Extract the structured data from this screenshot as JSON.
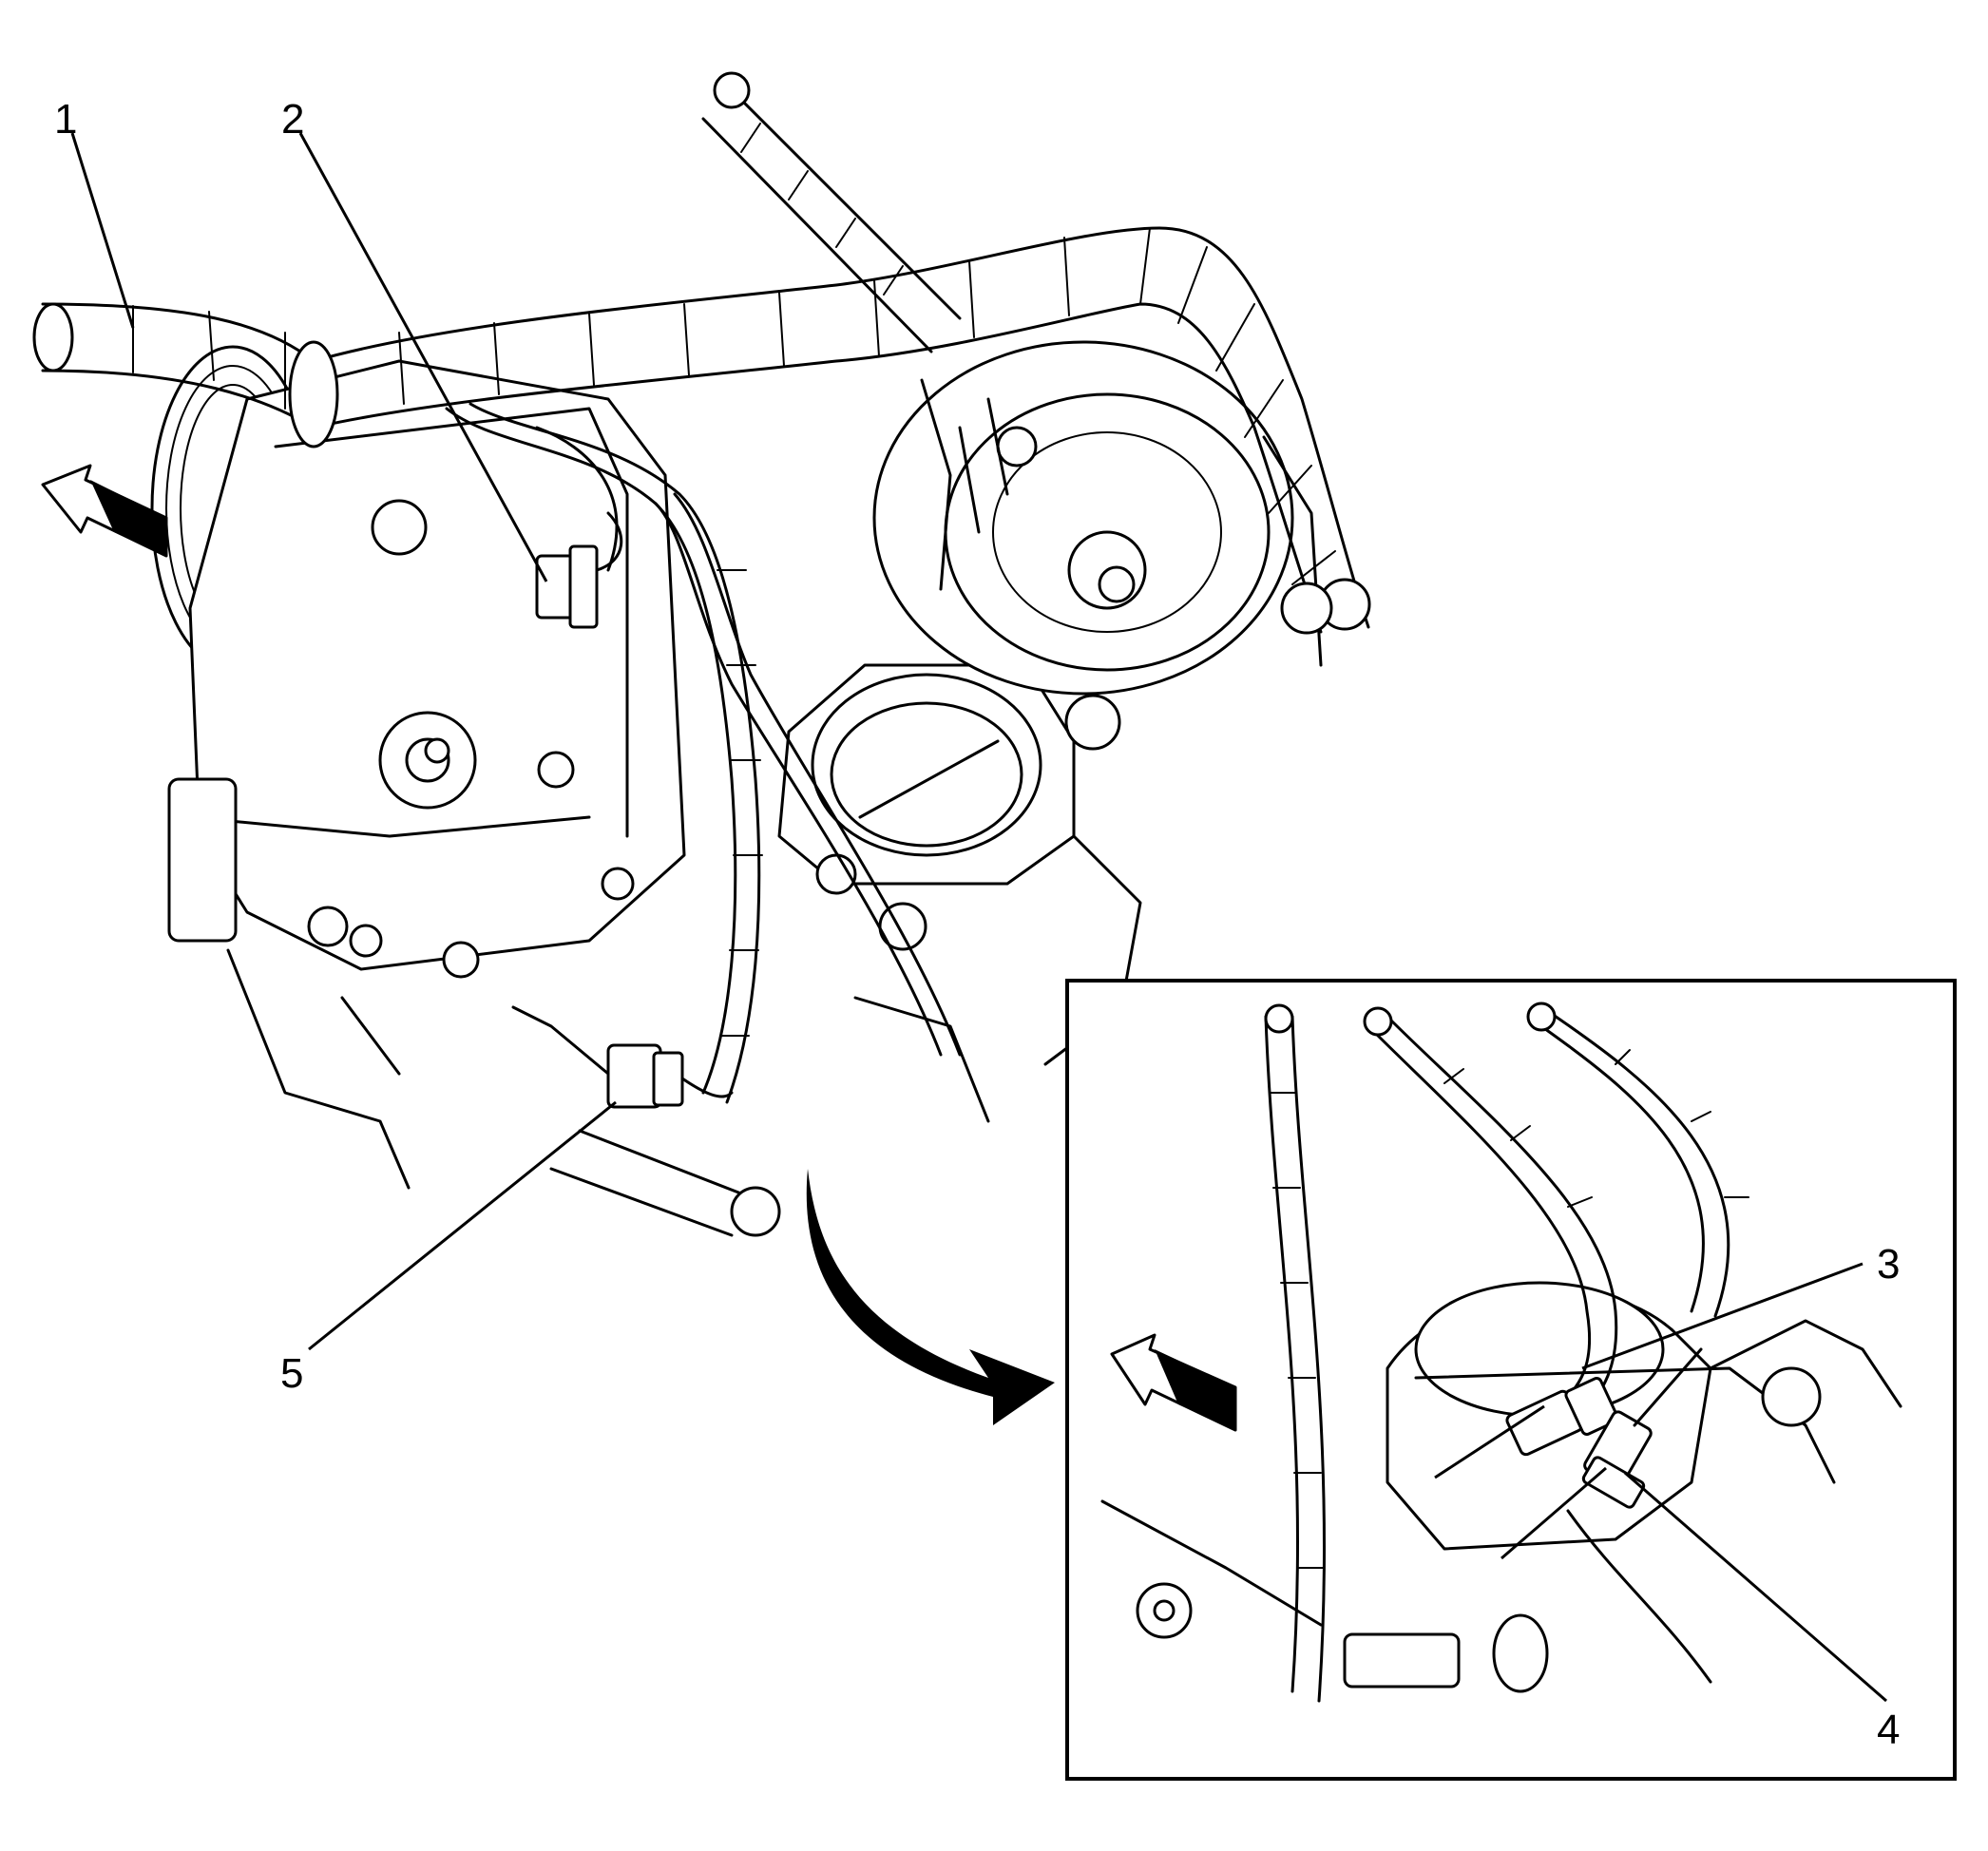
{
  "callouts": [
    {
      "id": "1",
      "label": "1"
    },
    {
      "id": "2",
      "label": "2"
    },
    {
      "id": "3",
      "label": "3"
    },
    {
      "id": "4",
      "label": "4"
    },
    {
      "id": "5",
      "label": "5"
    }
  ],
  "icons": {
    "front_arrow": "direction-arrow-icon",
    "detail_arrow": "curved-arrow-icon"
  },
  "colors": {
    "line": "#000000",
    "background": "#ffffff"
  }
}
